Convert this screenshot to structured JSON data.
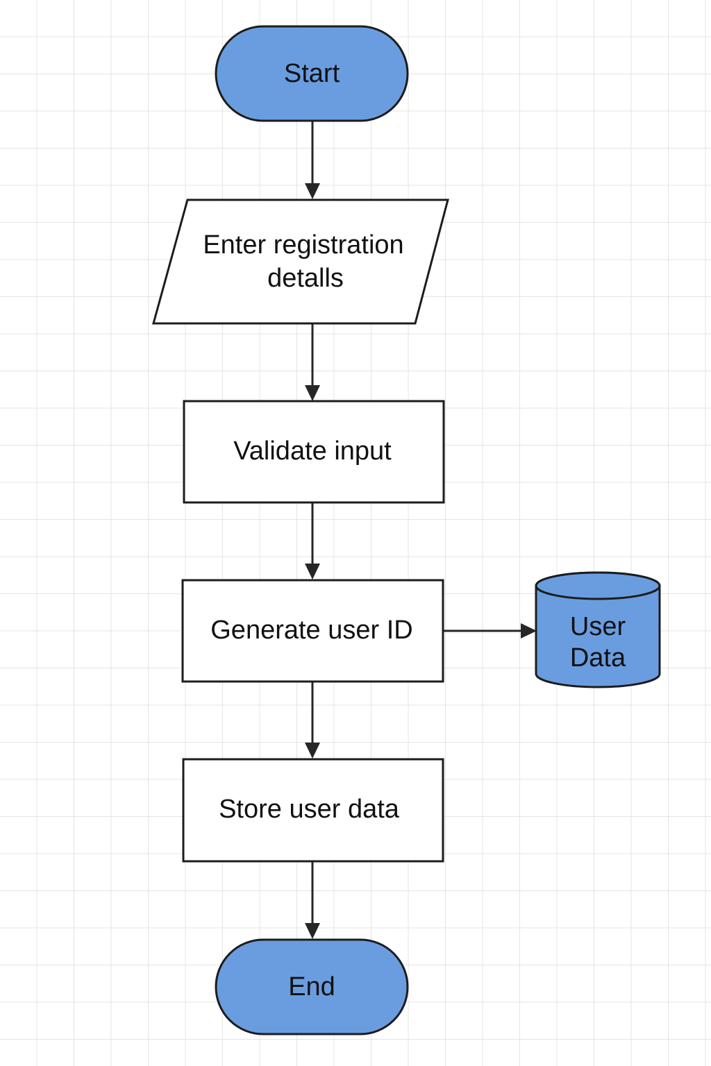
{
  "diagram": {
    "colors": {
      "terminal_fill": "#6a9ddf",
      "process_fill": "#ffffff",
      "stroke": "#1c1c1c",
      "grid": "#e4e4e4"
    },
    "nodes": {
      "start": {
        "shape": "terminal",
        "label": "Start"
      },
      "enter_details": {
        "shape": "input-parallelogram",
        "label_line1": "Enter registration",
        "label_line2": "detalls"
      },
      "validate": {
        "shape": "process",
        "label": "Validate input"
      },
      "generate_id": {
        "shape": "process",
        "label": "Generate user ID"
      },
      "user_data_store": {
        "shape": "database-cylinder",
        "label_line1": "User",
        "label_line2": "Data"
      },
      "store": {
        "shape": "process",
        "label": "Store user data"
      },
      "end": {
        "shape": "terminal",
        "label": "End"
      }
    },
    "edges": [
      {
        "from": "start",
        "to": "enter_details"
      },
      {
        "from": "enter_details",
        "to": "validate"
      },
      {
        "from": "validate",
        "to": "generate_id"
      },
      {
        "from": "generate_id",
        "to": "user_data_store"
      },
      {
        "from": "generate_id",
        "to": "store"
      },
      {
        "from": "store",
        "to": "end"
      }
    ]
  }
}
